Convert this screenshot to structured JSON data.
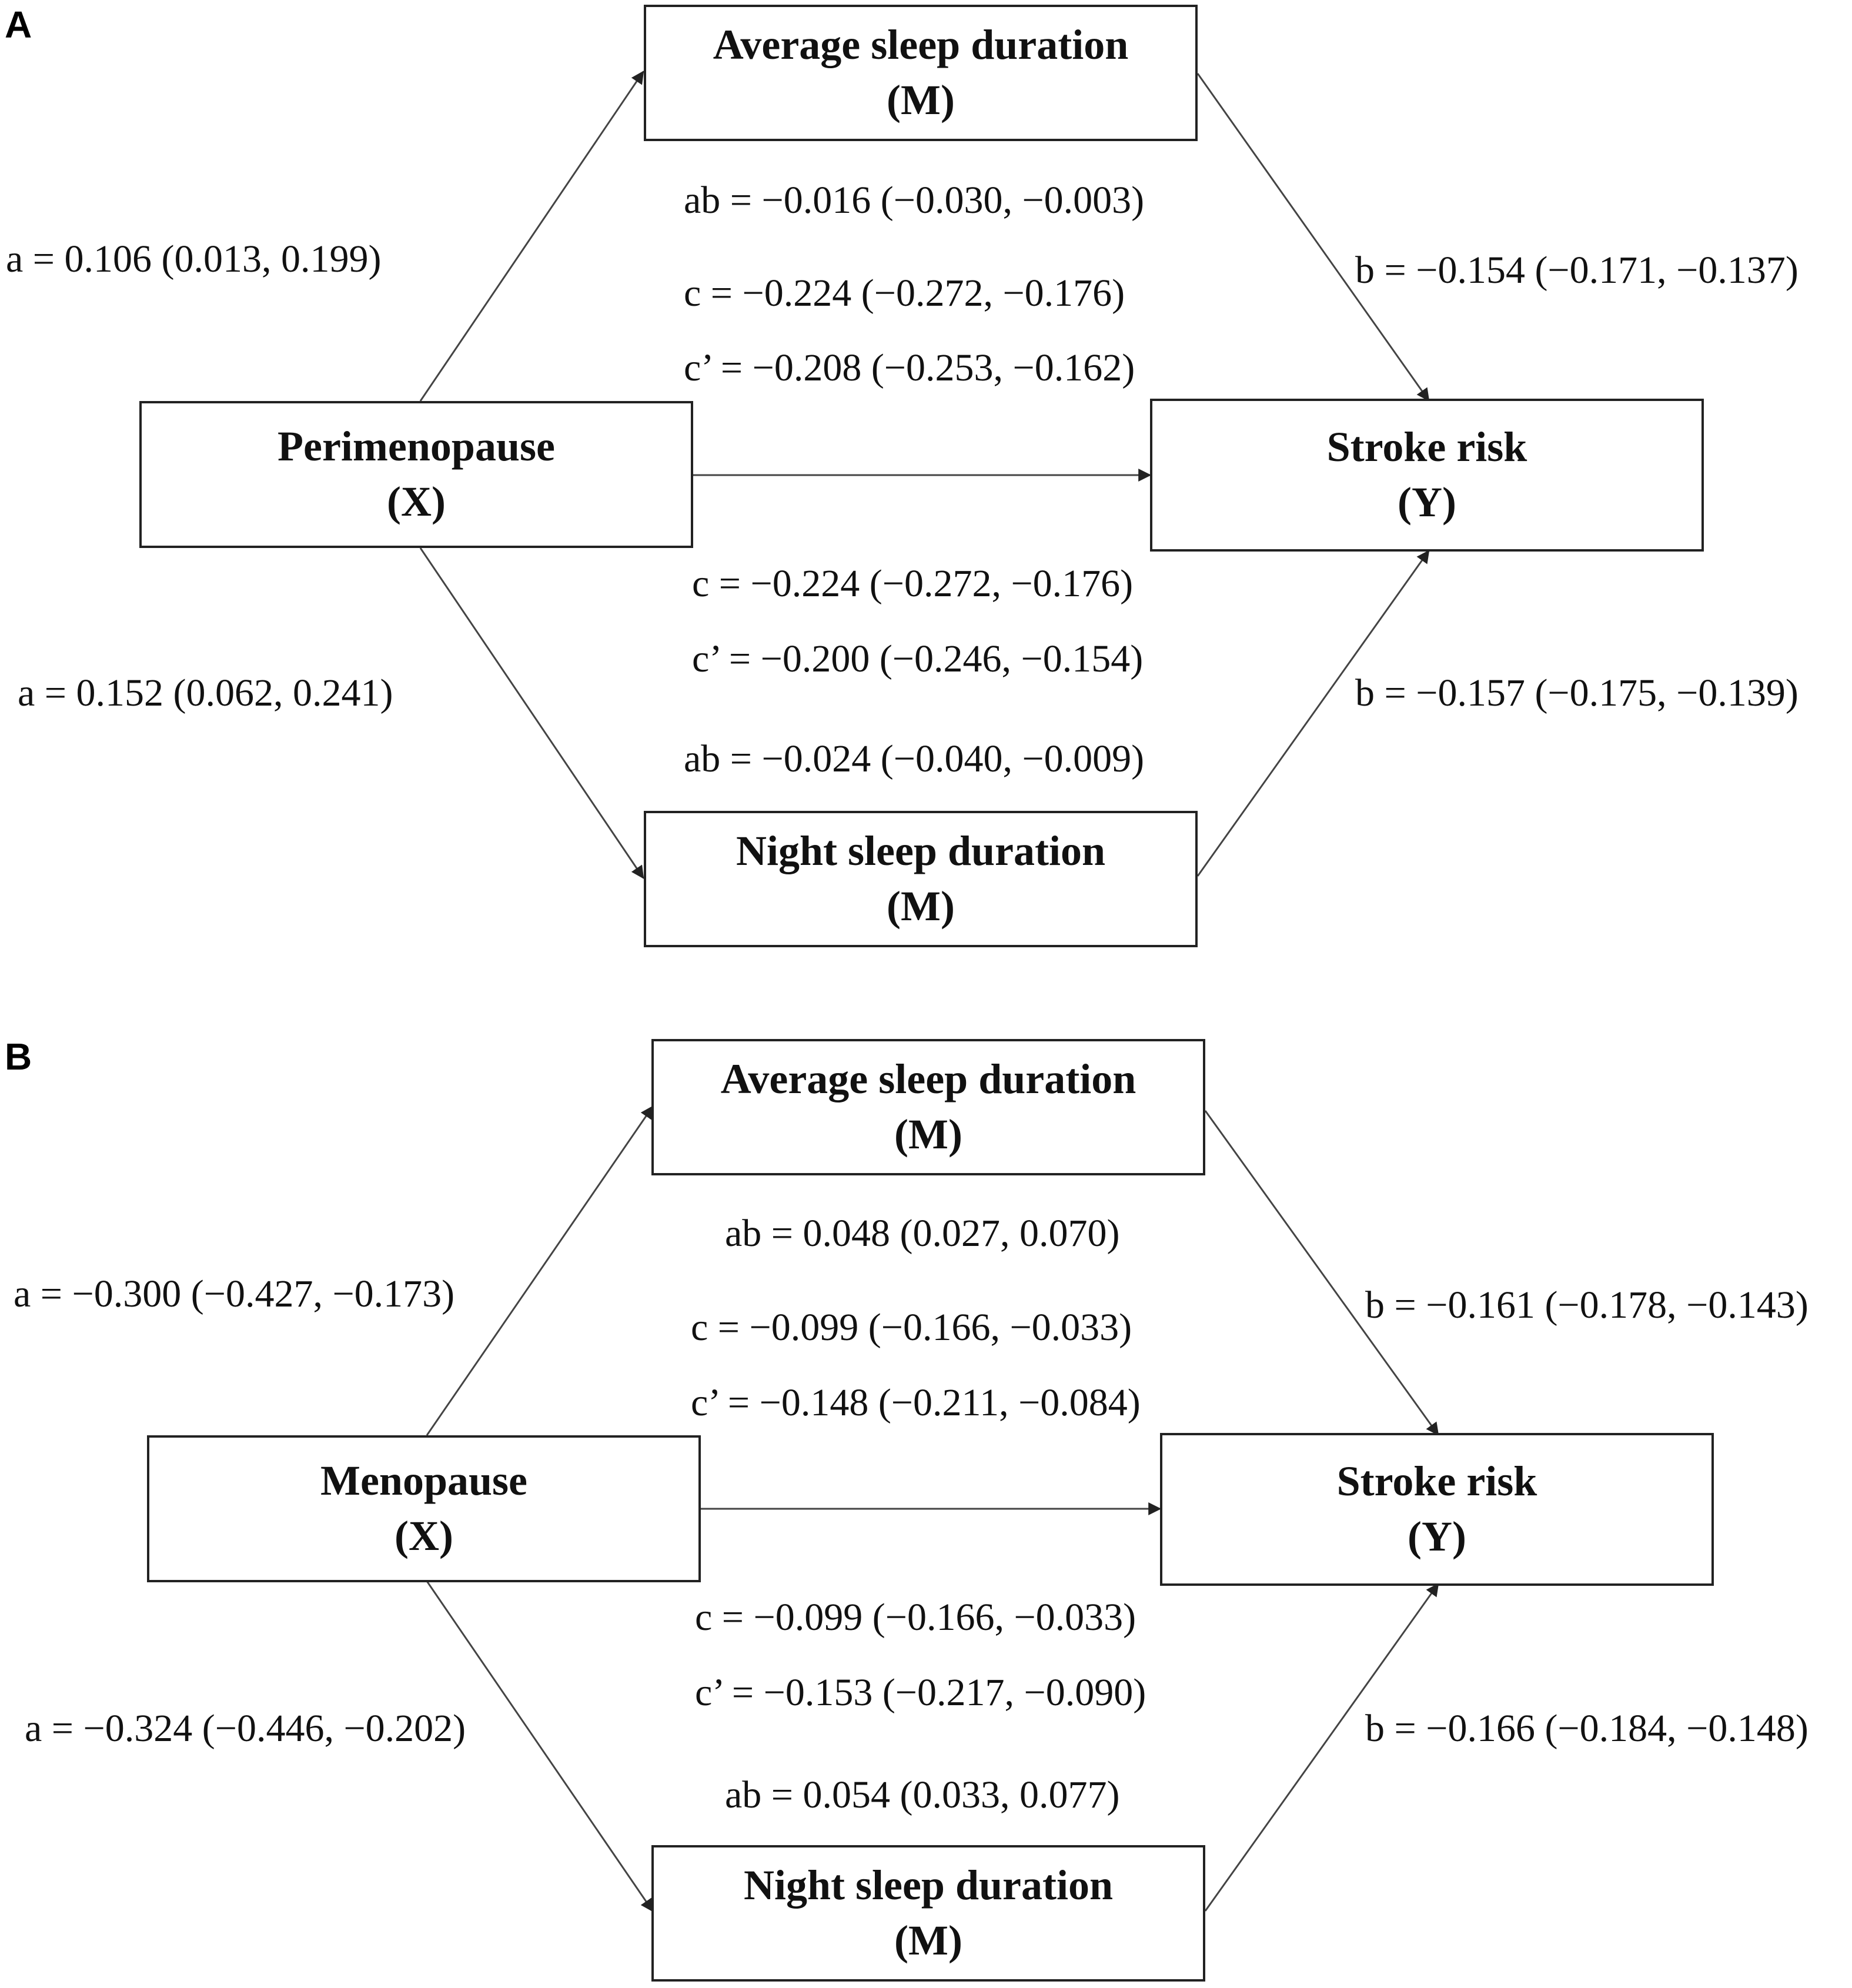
{
  "panels": [
    {
      "letter": "A",
      "nodes": {
        "x": {
          "name": "Perimenopause",
          "role": "(X)"
        },
        "y": {
          "name": "Stroke risk",
          "role": "(Y)"
        },
        "m_top": {
          "name": "Average sleep duration",
          "role": "(M)"
        },
        "m_bottom": {
          "name": "Night sleep duration",
          "role": "(M)"
        }
      },
      "top_path": {
        "a": "a = 0.106 (0.013, 0.199)",
        "b": "b = −0.154 (−0.171, −0.137)",
        "ab": "ab = −0.016 (−0.030, −0.003)",
        "c": "c = −0.224 (−0.272, −0.176)",
        "c_prime": "c’ = −0.208 (−0.253, −0.162)"
      },
      "bottom_path": {
        "a": "a = 0.152 (0.062, 0.241)",
        "b": "b = −0.157 (−0.175, −0.139)",
        "ab": "ab = −0.024 (−0.040, −0.009)",
        "c": "c = −0.224 (−0.272, −0.176)",
        "c_prime": "c’ = −0.200 (−0.246, −0.154)"
      }
    },
    {
      "letter": "B",
      "nodes": {
        "x": {
          "name": "Menopause",
          "role": "(X)"
        },
        "y": {
          "name": "Stroke risk",
          "role": "(Y)"
        },
        "m_top": {
          "name": "Average sleep duration",
          "role": "(M)"
        },
        "m_bottom": {
          "name": "Night sleep duration",
          "role": "(M)"
        }
      },
      "top_path": {
        "a": "a = −0.300 (−0.427, −0.173)",
        "b": "b = −0.161 (−0.178, −0.143)",
        "ab": "ab = 0.048 (0.027, 0.070)",
        "c": "c = −0.099 (−0.166, −0.033)",
        "c_prime": "c’ = −0.148 (−0.211, −0.084)"
      },
      "bottom_path": {
        "a": "a = −0.324 (−0.446, −0.202)",
        "b": "b = −0.166 (−0.184, −0.148)",
        "ab": "ab = 0.054 (0.033, 0.077)",
        "c": "c = −0.099 (−0.166, −0.033)",
        "c_prime": "c’ = −0.153 (−0.217, −0.090)"
      }
    }
  ]
}
